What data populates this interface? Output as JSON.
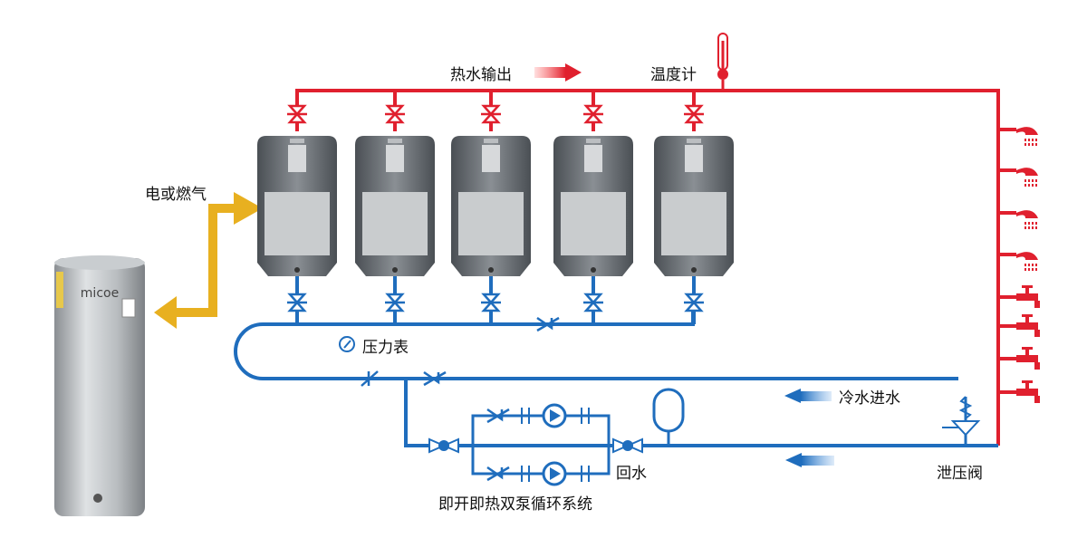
{
  "labels": {
    "hot_output": "热水输出",
    "thermometer": "温度计",
    "power_source": "电或燃气",
    "pressure_gauge": "压力表",
    "cold_inlet": "冷水进水",
    "return_water": "回水",
    "relief_valve": "泄压阀",
    "pump_system": "即开即热双泵循环系统"
  },
  "tank": {
    "brand": "micoe"
  },
  "colors": {
    "hot_pipe": "#e0202e",
    "cold_pipe": "#1f6dbd",
    "power_arrow": "#e8b020",
    "heater_body": "#6e7378"
  },
  "icons": {
    "outlets": [
      "shower-head-icon",
      "shower-head-icon",
      "shower-head-icon",
      "shower-head-icon",
      "faucet-icon",
      "faucet-icon",
      "faucet-icon",
      "faucet-icon"
    ]
  },
  "heater_count": 5
}
